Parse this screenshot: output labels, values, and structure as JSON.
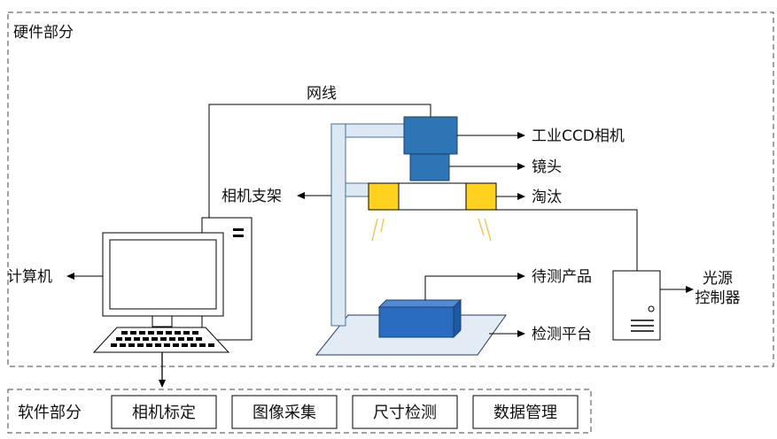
{
  "hardware_section": {
    "title": "硬件部分"
  },
  "software_section": {
    "title": "软件部分",
    "modules": [
      "相机标定",
      "图像采集",
      "尺寸检测",
      "数据管理"
    ]
  },
  "labels": {
    "network_cable": "网线",
    "industrial_camera": "工业CCD相机",
    "lens": "镜头",
    "light_source": "淘汰",
    "camera_stand": "相机支架",
    "computer": "计算机",
    "product": "待测产品",
    "platform": "检测平台",
    "light_controller_line1": "光源",
    "light_controller_line2": "控制器"
  },
  "colors": {
    "camera_blue": "#2e75b6",
    "camera_stroke": "#1f3e66",
    "light_yellow": "#ffd21f",
    "stand_fill": "#dce8f3",
    "stand_stroke": "#4a6f96",
    "platform_fill": "#e3ebf5",
    "product_blue": "#2a6cc0",
    "line": "#000000",
    "dash": "#444444"
  }
}
